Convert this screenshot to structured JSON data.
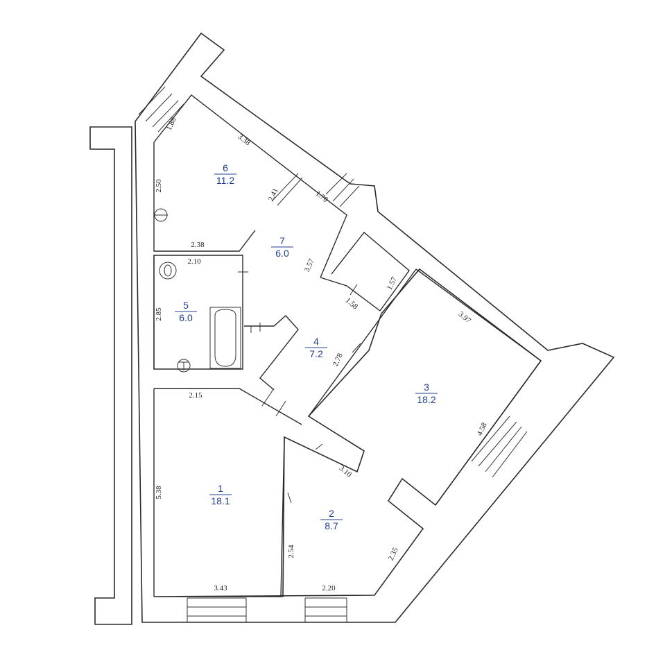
{
  "colors": {
    "wall_stroke": "#2a2a2a",
    "room_label": "#1f3f8f",
    "background": "#ffffff"
  },
  "rooms": [
    {
      "number": "1",
      "area": "18.1"
    },
    {
      "number": "2",
      "area": "8.7"
    },
    {
      "number": "3",
      "area": "18.2"
    },
    {
      "number": "4",
      "area": "7.2"
    },
    {
      "number": "5",
      "area": "6.0"
    },
    {
      "number": "6",
      "area": "11.2"
    },
    {
      "number": "7",
      "area": "6.0"
    }
  ],
  "dimensions": [
    "1.88",
    "3.38",
    "2.50",
    "2.41",
    "1.70",
    "2.38",
    "2.10",
    "3.57",
    "1.57",
    "1.58",
    "2.85",
    "3.97",
    "2.78",
    "2.15",
    "4.58",
    "3.10",
    "5.38",
    "2.54",
    "2.35",
    "3.43",
    "2.20"
  ],
  "fixtures": [
    "sink-icon",
    "toilet-icon",
    "bathtub-icon",
    "riser-icon"
  ]
}
